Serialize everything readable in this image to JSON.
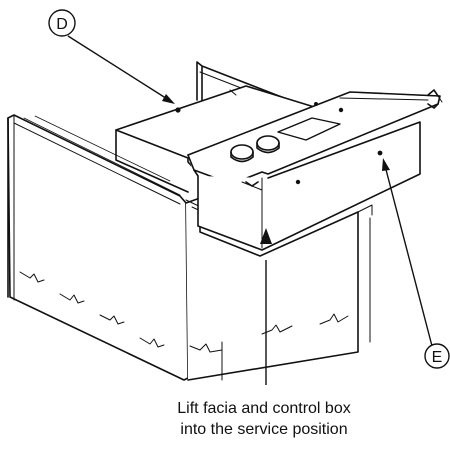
{
  "callouts": {
    "d": {
      "letter": "D"
    },
    "e": {
      "letter": "E"
    }
  },
  "caption": {
    "line1": "Lift facia and control box",
    "line2": "into the service position"
  }
}
